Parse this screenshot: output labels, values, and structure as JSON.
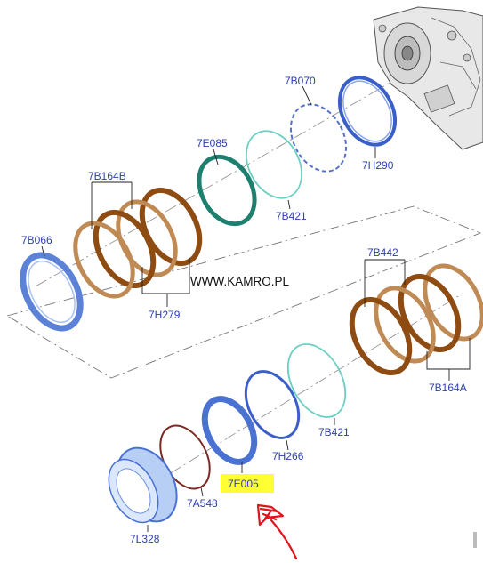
{
  "watermark": "WWW.KAMRO.PL",
  "labels": {
    "l7B070": "7B070",
    "l7H290": "7H290",
    "l7E085": "7E085",
    "l7B421_top": "7B421",
    "l7B164B": "7B164B",
    "l7B066": "7B066",
    "l7H279": "7H279",
    "l7B442": "7B442",
    "l7B164A": "7B164A",
    "l7B421_bottom": "7B421",
    "l7H266": "7H266",
    "l7E005": "7E005",
    "l7A548": "7A548",
    "l7L328": "7L328"
  },
  "colors": {
    "label_blue": "#2b3fb0",
    "highlight": "#ffff33",
    "arrow_red": "#e0141c",
    "friction_brown": "#9a5a1e",
    "steel_tan": "#c08a55",
    "teal_ring": "#2a8a78",
    "light_teal": "#7fd0c8",
    "blue_part": "#5b82d6"
  }
}
